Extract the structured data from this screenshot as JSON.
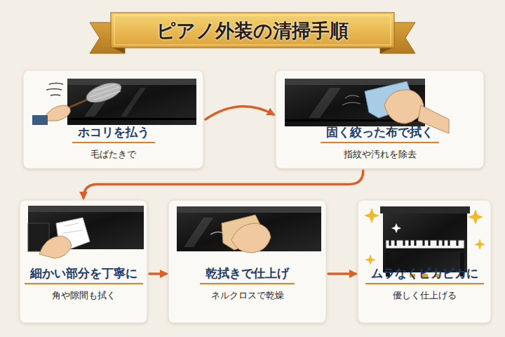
{
  "diagram": {
    "title": "ピアノ外装の清掃手順",
    "nodes": [
      {
        "text": [
          "ホコリを払う",
          "毛ばたきで"
        ]
      },
      {
        "text": [
          "固く絞った布で拭く",
          "指紋や汚れを除去"
        ]
      },
      {
        "text": [
          "細かい部分を丁寧に",
          "角や隙間も拭く"
        ]
      },
      {
        "text": [
          "乾拭きで仕上げ",
          "ネルクロスで乾燥"
        ]
      },
      {
        "text": [
          "ムラなくピカピカに",
          "優しく仕上げる"
        ]
      }
    ],
    "edges": [
      {
        "from": 0,
        "to": 1,
        "arrow": "to"
      },
      {
        "from": 1,
        "to": 2,
        "arrow": "to"
      },
      {
        "from": 2,
        "to": 3,
        "arrow": "to"
      },
      {
        "from": 3,
        "to": 4,
        "arrow": "to"
      }
    ]
  }
}
